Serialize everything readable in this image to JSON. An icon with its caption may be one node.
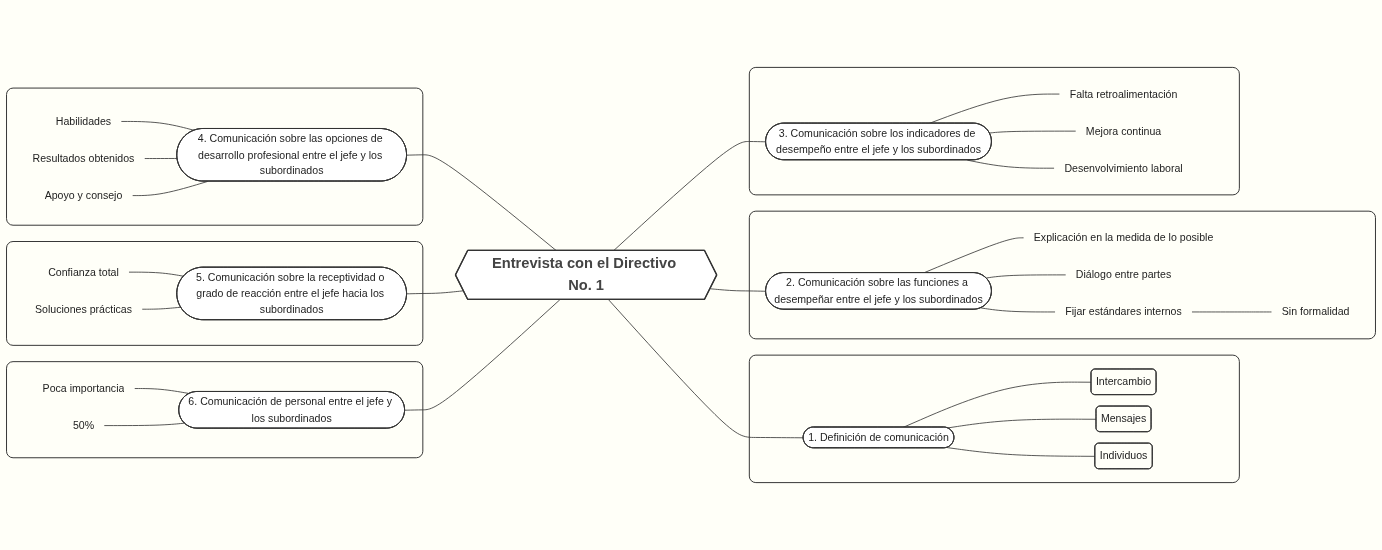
{
  "diagram": {
    "nodes": [
      {
        "text": [
          "Entrevista con el Directivo No. 1"
        ]
      },
      {
        "text": [],
        "shape": "box"
      },
      {
        "text": [
          "1. Definición de comunicación"
        ],
        "in": 1
      },
      {
        "text": [
          "Intercambio"
        ],
        "in": 1
      },
      {
        "text": [
          "Mensajes"
        ],
        "in": 1
      },
      {
        "text": [
          "Individuos"
        ],
        "in": 1
      },
      {
        "text": [],
        "shape": "box"
      },
      {
        "text": [
          "2. Comunicación sobre las funciones a desempeñar entre el jefe y los subordinados"
        ],
        "in": 6
      },
      {
        "text": [
          "Explicación en la medida de lo posible"
        ],
        "in": 6
      },
      {
        "text": [
          "Diálogo entre partes"
        ],
        "in": 6
      },
      {
        "text": [
          "Fijar estándares internos"
        ],
        "in": 6
      },
      {
        "text": [
          "Sin formalidad"
        ],
        "in": 6
      },
      {
        "text": [],
        "shape": "box"
      },
      {
        "text": [
          "3. Comunicación sobre los indicadores de desempeño entre el jefe y los subordinados"
        ],
        "in": 12
      },
      {
        "text": [
          "Falta retroalimentación"
        ],
        "in": 12
      },
      {
        "text": [
          "Mejora continua"
        ],
        "in": 12
      },
      {
        "text": [
          "Desenvolvimiento laboral"
        ],
        "in": 12
      },
      {
        "text": [],
        "shape": "box"
      },
      {
        "text": [
          "4. Comunicación sobre las opciones de desarrollo profesional entre el jefe y los subordinados"
        ],
        "in": 17
      },
      {
        "text": [
          "Habilidades"
        ],
        "in": 17
      },
      {
        "text": [
          "Resultados obtenidos"
        ],
        "in": 17
      },
      {
        "text": [
          "Apoyo y consejo"
        ],
        "in": 17
      },
      {
        "text": [],
        "shape": "box"
      },
      {
        "text": [
          "5. Comunicación sobre la receptividad o grado de reacción entre el jefe hacia los subordinados"
        ],
        "in": 22
      },
      {
        "text": [
          "Confianza total"
        ],
        "in": 22
      },
      {
        "text": [
          "Soluciones prácticas"
        ],
        "in": 22
      },
      {
        "text": [],
        "shape": "box"
      },
      {
        "text": [
          "6. Comunicación de personal entre el jefe y los subordinados"
        ],
        "in": 26
      },
      {
        "text": [
          "Poca importancia"
        ],
        "in": 26
      },
      {
        "text": [
          "50%"
        ],
        "in": 26
      }
    ],
    "edges": [
      {
        "from": 0,
        "to": 2,
        "arrow": "none"
      },
      {
        "from": 2,
        "to": 3,
        "arrow": "none"
      },
      {
        "from": 2,
        "to": 4,
        "arrow": "none"
      },
      {
        "from": 2,
        "to": 5,
        "arrow": "none"
      },
      {
        "from": 0,
        "to": 7,
        "arrow": "none"
      },
      {
        "from": 7,
        "to": 8,
        "arrow": "none"
      },
      {
        "from": 7,
        "to": 9,
        "arrow": "none"
      },
      {
        "from": 7,
        "to": 10,
        "arrow": "none"
      },
      {
        "from": 10,
        "to": 11,
        "arrow": "none"
      },
      {
        "from": 0,
        "to": 13,
        "arrow": "none"
      },
      {
        "from": 13,
        "to": 14,
        "arrow": "none"
      },
      {
        "from": 13,
        "to": 15,
        "arrow": "none"
      },
      {
        "from": 13,
        "to": 16,
        "arrow": "none"
      },
      {
        "from": 18,
        "to": 0,
        "arrow": "none"
      },
      {
        "from": 19,
        "to": 18,
        "arrow": "none"
      },
      {
        "from": 20,
        "to": 18,
        "arrow": "none"
      },
      {
        "from": 21,
        "to": 18,
        "arrow": "none"
      },
      {
        "from": 23,
        "to": 0,
        "arrow": "none"
      },
      {
        "from": 24,
        "to": 23,
        "arrow": "none"
      },
      {
        "from": 25,
        "to": 23,
        "arrow": "none"
      },
      {
        "from": 27,
        "to": 0,
        "arrow": "none"
      },
      {
        "from": 28,
        "to": 27,
        "arrow": "none"
      },
      {
        "from": 29,
        "to": 27,
        "arrow": "none"
      }
    ]
  }
}
